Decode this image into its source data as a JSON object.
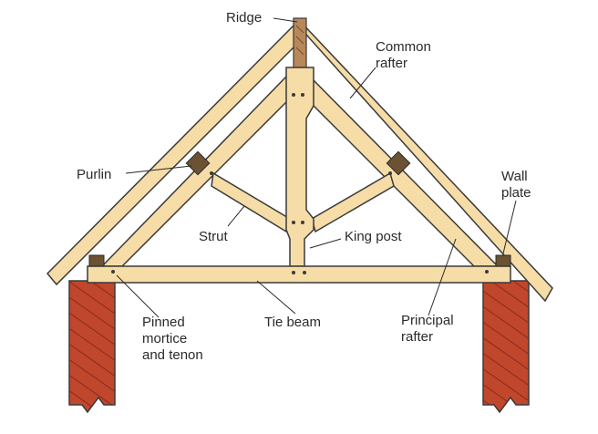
{
  "labels": {
    "ridge": "Ridge",
    "common_rafter_1": "Common",
    "common_rafter_2": "rafter",
    "purlin": "Purlin",
    "wall_plate_1": "Wall",
    "wall_plate_2": "plate",
    "strut": "Strut",
    "king_post": "King post",
    "pinned_1": "Pinned",
    "pinned_2": "mortice",
    "pinned_3": "and tenon",
    "tie_beam": "Tie beam",
    "principal_rafter_1": "Principal",
    "principal_rafter_2": "rafter"
  },
  "colors": {
    "timber": "#f6dca6",
    "outline": "#3a3a3a",
    "brick": "#c0462c",
    "brick_hatch": "#8a2a18",
    "purlin_block": "#6b5232",
    "ridge_board": "#b8875a"
  }
}
